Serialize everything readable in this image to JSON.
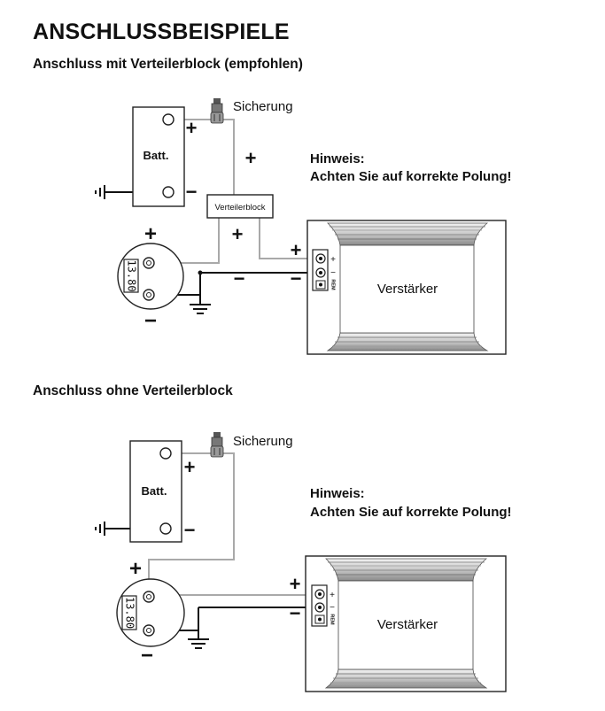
{
  "title": "ANSCHLUSSBEISPIELE",
  "diagram1": {
    "subtitle": "Anschluss mit Verteilerblock (empfohlen)",
    "battery_label": "Batt.",
    "fuse_label": "Sicherung",
    "distribution_label": "Verteilerblock",
    "amp_label": "Verstärker",
    "note_line1": "Hinweis:",
    "note_line2": "Achten Sie auf korrekte Polung!",
    "meter_display": "13.80",
    "plus": "+",
    "minus": "−",
    "term_plus": "+",
    "term_minus": "−",
    "term_rem": "REM"
  },
  "diagram2": {
    "subtitle": "Anschluss ohne Verteilerblock",
    "battery_label": "Batt.",
    "fuse_label": "Sicherung",
    "amp_label": "Verstärker",
    "note_line1": "Hinweis:",
    "note_line2": "Achten Sie auf korrekte Polung!",
    "meter_display": "13.80",
    "plus": "+",
    "minus": "−",
    "term_plus": "+",
    "term_minus": "−",
    "term_rem": "REM"
  }
}
